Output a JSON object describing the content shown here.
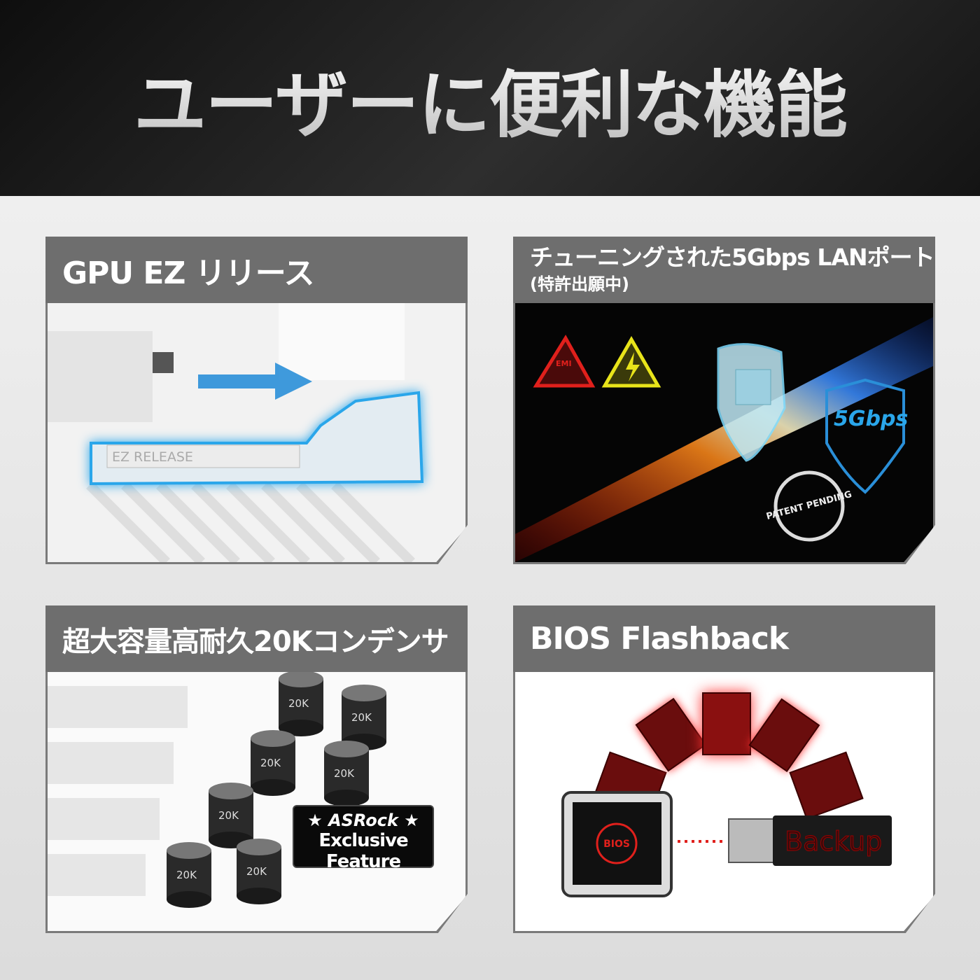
{
  "banner": {
    "title": "ユーザーに便利な機能"
  },
  "panels": [
    {
      "title": "GPU EZ リリース",
      "illustration_text": "EZ RELEASE"
    },
    {
      "title": "チューニングされた5Gbps LANポート",
      "subtitle": "(特許出願中)",
      "badge_5g": "5Gbps",
      "emi_label": "EMI",
      "stamp": "PATENT PENDING"
    },
    {
      "title": "超大容量高耐久20Kコンデンサ",
      "capacitor_label": "20K",
      "badge_brand": "★ ASRock ★",
      "badge_text": "Exclusive Feature"
    },
    {
      "title": "BIOS Flashback",
      "bios_label": "BIOS",
      "usb_label": "Backup"
    }
  ],
  "colors": {
    "accent_blue": "#2aa6ea",
    "warn_red": "#e0201c",
    "warn_yellow": "#e8e41a"
  }
}
